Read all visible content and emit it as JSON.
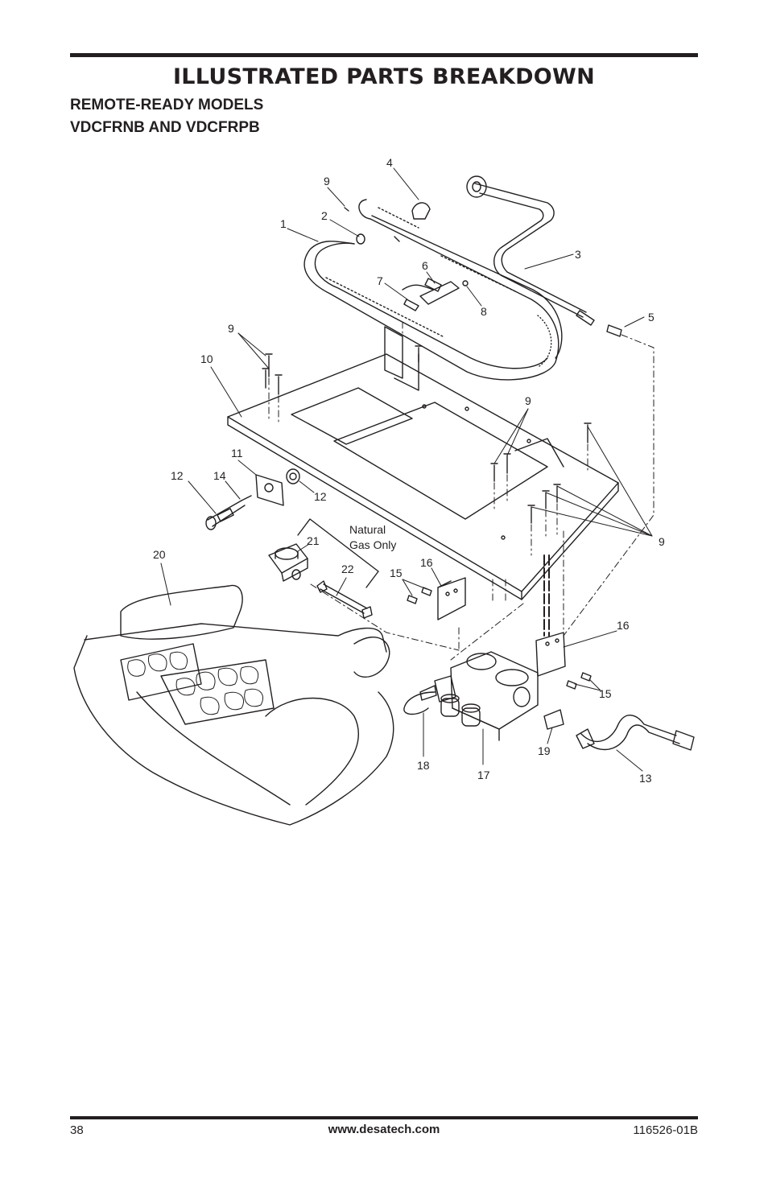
{
  "header": {
    "title": "ILLUSTRATED PARTS BREAKDOWN",
    "subtitle_line1": "REMOTE-READY MODELS",
    "subtitle_line2": "VDCFRNB AND VDCFRPB"
  },
  "diagram": {
    "callouts": [
      "1",
      "2",
      "3",
      "4",
      "5",
      "6",
      "7",
      "8",
      "9",
      "9",
      "9",
      "9",
      "10",
      "11",
      "12",
      "12",
      "13",
      "14",
      "15",
      "15",
      "16",
      "16",
      "17",
      "18",
      "19",
      "20",
      "21",
      "22"
    ],
    "note_line1": "Natural",
    "note_line2": "Gas Only"
  },
  "footer": {
    "page_number": "38",
    "website": "www.desatech.com",
    "doc_number": "116526-01B"
  }
}
